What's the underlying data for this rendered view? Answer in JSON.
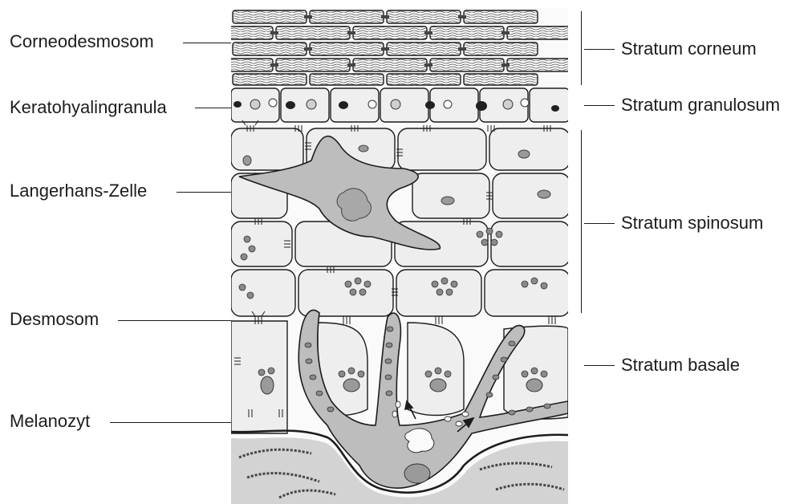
{
  "left_labels": {
    "corneodesmosom": "Corneodesmosom",
    "keratohyalingranula": "Keratohyalingranula",
    "langerhans": "Langerhans-Zelle",
    "desmosom": "Desmosom",
    "melanozyt": "Melanozyt"
  },
  "right_labels": {
    "corneum": "Stratum corneum",
    "granulosum": "Stratum granulosum",
    "spinosum": "Stratum spinosum",
    "basale": "Stratum basale"
  },
  "colors": {
    "ink": "#1c1c1c",
    "cell_fill": "#eeeeee",
    "cytoplasm": "#bdbdbd",
    "nucleus": "#9a9a9a",
    "granule_dark": "#202020",
    "dermis": "#d3d3d3"
  }
}
